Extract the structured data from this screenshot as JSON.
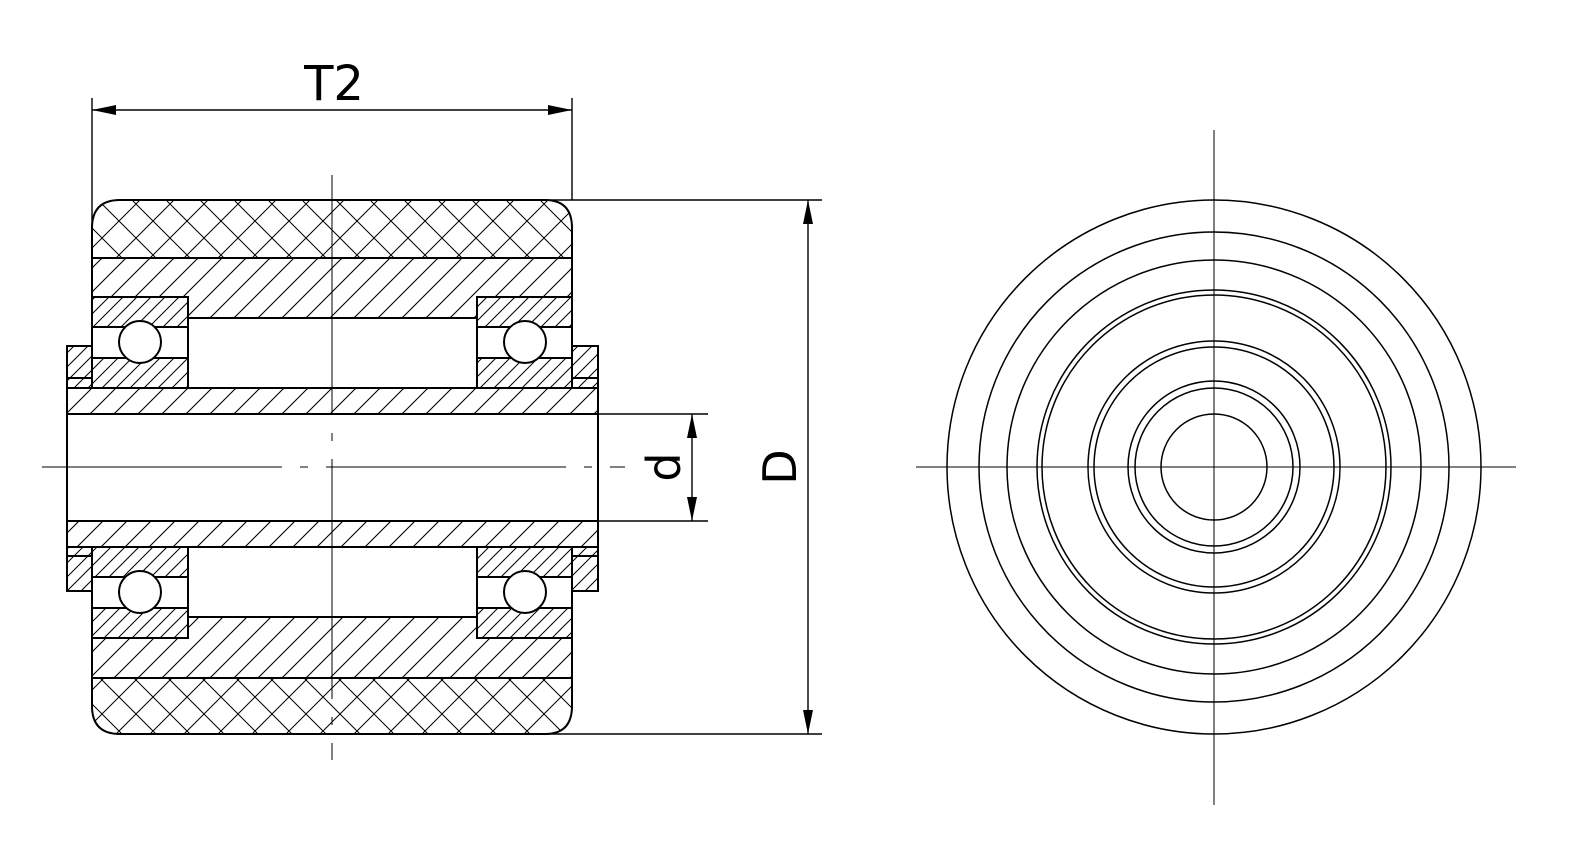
{
  "labels": {
    "width": "T2",
    "bore": "d",
    "diameter": "D"
  },
  "colors": {
    "line": "#000000",
    "background": "#ffffff"
  }
}
